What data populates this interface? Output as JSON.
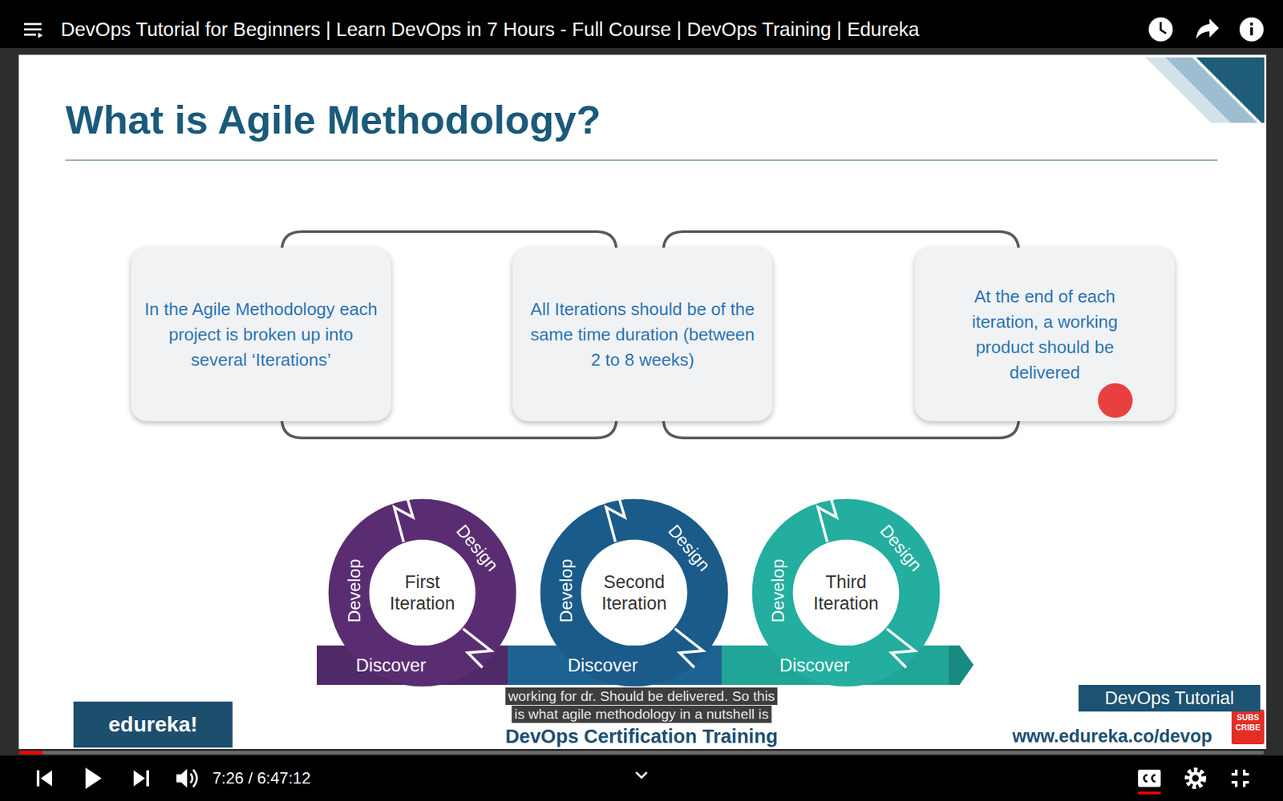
{
  "diagram": {
    "title": "What is Agile Methodology?",
    "nodes": [
      {
        "text": [
          "In the Agile Methodology each project is broken up into several ‘Iterations’"
        ]
      },
      {
        "text": [
          "All Iterations should be of the same time duration (between 2 to 8 weeks)"
        ]
      },
      {
        "text": [
          "At the end of each iteration, a working product should be delivered"
        ]
      },
      {
        "text": [
          "First Iteration",
          "Design",
          "Develop",
          "Discover"
        ]
      },
      {
        "text": [
          "Second Iteration",
          "Design",
          "Develop",
          "Discover"
        ]
      },
      {
        "text": [
          "Third Iteration",
          "Design",
          "Develop",
          "Discover"
        ]
      }
    ],
    "edges": [
      {
        "from": 0,
        "to": 1,
        "arrow": "none"
      },
      {
        "from": 1,
        "to": 2,
        "arrow": "none"
      }
    ],
    "labels": [
      "DevOps Tutorial for Beginners | Learn DevOps in 7 Hours - Full Course | DevOps Training | Edureka",
      "edureka!",
      "DevOps Certification Training",
      "DevOps Tutorial",
      "www.edureka.co/devop",
      "SUBS",
      "CRIBE",
      "working for dr. Should be delivered. So this",
      "is what agile methodology in a nutshell is",
      "7:26 / 6:47:12"
    ]
  }
}
